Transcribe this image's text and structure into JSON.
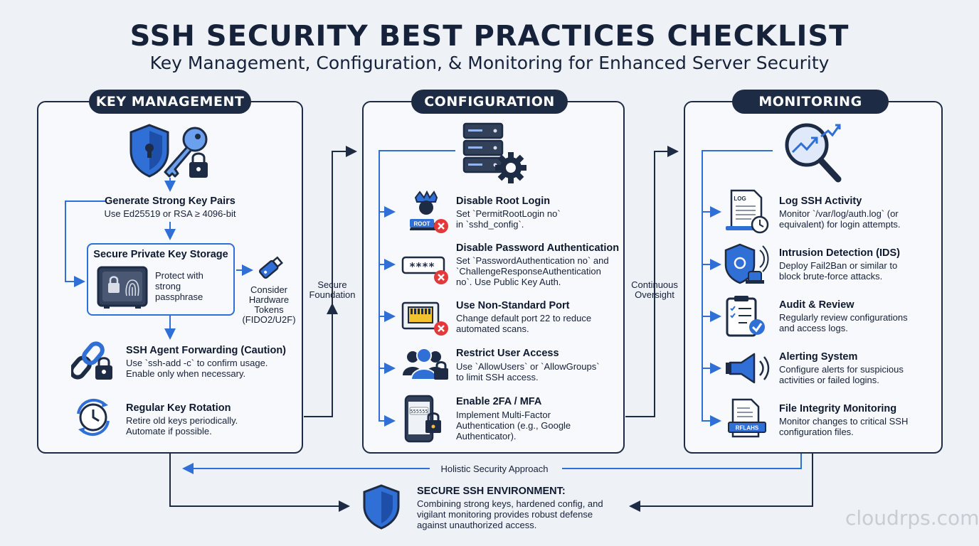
{
  "header": {
    "title": "SSH SECURITY BEST PRACTICES CHECKLIST",
    "subtitle": "Key Management, Configuration, & Monitoring for Enhanced Server Security"
  },
  "colors": {
    "navy": "#1d2b45",
    "accent_blue": "#2f6fd6",
    "alert_red": "#e23a3a",
    "background": "#eef1f6"
  },
  "key_management": {
    "label": "KEY MANAGEMENT",
    "icon": "shield-key-lock-icon",
    "generate": {
      "title": "Generate Strong Key Pairs",
      "desc": "Use Ed25519 or RSA ≥ 4096-bit"
    },
    "storage": {
      "title": "Secure Private Key Storage",
      "desc1": "Protect with",
      "desc2": "strong",
      "desc3": "passphrase"
    },
    "hardware": {
      "line1": "Consider",
      "line2": "Hardware",
      "line3": "Tokens",
      "line4": "(FIDO2/U2F)"
    },
    "agent": {
      "title": "SSH Agent Forwarding (Caution)",
      "desc1": "Use `ssh-add -c` to confirm usage.",
      "desc2": "Enable only when necessary."
    },
    "rotation": {
      "title": "Regular Key Rotation",
      "desc1": "Retire old keys periodically.",
      "desc2": "Automate if possible."
    }
  },
  "connectors": {
    "secure_foundation": {
      "line1": "Secure",
      "line2": "Foundation"
    },
    "continuous_oversight": {
      "line1": "Continuous",
      "line2": "Oversight"
    },
    "holistic": "Holistic Security Approach"
  },
  "configuration": {
    "label": "CONFIGURATION",
    "icon": "server-gear-icon",
    "items": [
      {
        "title": "Disable Root Login",
        "desc1": "Set `PermitRootLogin no`",
        "desc2": "in `sshd_config`.",
        "desc3": "",
        "icon": "root-user-blocked-icon",
        "badge": "ROOT"
      },
      {
        "title": "Disable Password Authentication",
        "desc1": "Set `PasswordAuthentication no` and",
        "desc2": "`ChallengeResponseAuthentication",
        "desc3": "no`. Use Public Key Auth.",
        "icon": "password-field-blocked-icon",
        "badge": "****"
      },
      {
        "title": "Use Non-Standard Port",
        "desc1": "Change default port 22 to reduce",
        "desc2": "automated scans.",
        "desc3": "",
        "icon": "network-port-blocked-icon",
        "badge": ""
      },
      {
        "title": "Restrict User Access",
        "desc1": "Use `AllowUsers` or `AllowGroups`",
        "desc2": "to limit SSH access.",
        "desc3": "",
        "icon": "user-group-lock-icon",
        "badge": ""
      },
      {
        "title": "Enable 2FA / MFA",
        "desc1": "Implement Multi-Factor",
        "desc2": "Authentication (e.g., Google",
        "desc3": "Authenticator).",
        "icon": "phone-lock-icon",
        "badge": "555555"
      }
    ]
  },
  "monitoring": {
    "label": "MONITORING",
    "icon": "magnifier-chart-icon",
    "items": [
      {
        "title": "Log SSH Activity",
        "desc1": "Monitor `/var/log/auth.log` (or",
        "desc2": "equivalent) for login attempts.",
        "icon": "log-file-clock-icon",
        "badge": "LOG"
      },
      {
        "title": "Intrusion Detection (IDS)",
        "desc1": "Deploy Fail2Ban or similar to",
        "desc2": "block brute-force attacks.",
        "icon": "shield-alarm-icon",
        "badge": ""
      },
      {
        "title": "Audit & Review",
        "desc1": "Regularly review configurations",
        "desc2": "and access logs.",
        "icon": "clipboard-check-icon",
        "badge": ""
      },
      {
        "title": "Alerting System",
        "desc1": "Configure alerts for suspicious",
        "desc2": "activities or failed logins.",
        "icon": "megaphone-icon",
        "badge": ""
      },
      {
        "title": "File Integrity Monitoring",
        "desc1": "Monitor changes to critical SSH",
        "desc2": "configuration files.",
        "icon": "file-hash-icon",
        "badge": "RFLAHS"
      }
    ]
  },
  "footer": {
    "title": "SECURE SSH ENVIRONMENT:",
    "desc1": "Combining strong keys, hardened config, and",
    "desc2": "vigilant monitoring provides robust defense",
    "desc3": "against unauthorized access.",
    "icon": "shield-icon"
  },
  "watermark": "cloudrps.com"
}
